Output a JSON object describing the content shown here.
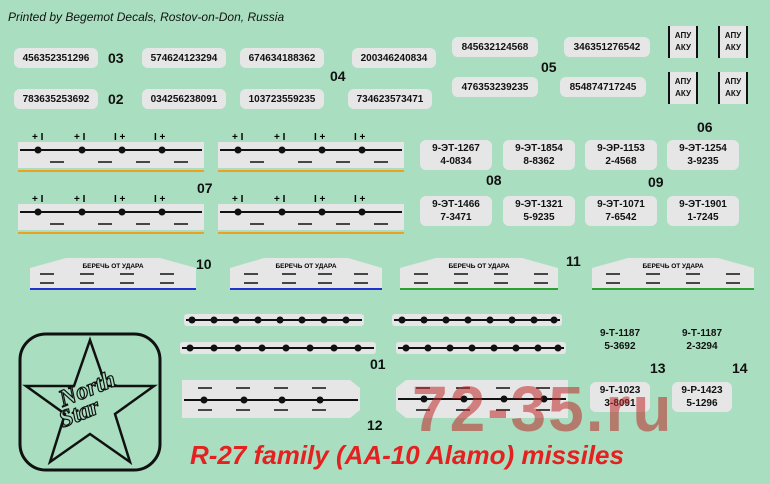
{
  "header": {
    "printed_by": "Printed by Begemot Decals, Rostov-on-Don, Russia"
  },
  "serials_top": [
    "456352351296",
    "574624123294",
    "674634188362",
    "200346240834",
    "783635253692",
    "034256238091",
    "103723559235",
    "734623573471"
  ],
  "serials_05": [
    "845632124568",
    "346351276542",
    "476353239235",
    "854874717245"
  ],
  "group_numbers": {
    "n01": "01",
    "n02": "02",
    "n03": "03",
    "n04": "04",
    "n05": "05",
    "n06": "06",
    "n07": "07",
    "n08": "08",
    "n09": "09",
    "n10": "10",
    "n11": "11",
    "n12": "12",
    "n13": "13",
    "n14": "14"
  },
  "apu": [
    {
      "l1": "АПУ",
      "l2": "АКУ"
    },
    {
      "l1": "АПУ",
      "l2": "АКУ"
    },
    {
      "l1": "АПУ",
      "l2": "АКУ"
    },
    {
      "l1": "АПУ",
      "l2": "АКУ"
    }
  ],
  "codes_0809": [
    {
      "a": "9-ЭТ-1267",
      "b": "4-0834"
    },
    {
      "a": "9-ЭТ-1854",
      "b": "8-8362"
    },
    {
      "a": "9-ЭР-1153",
      "b": "2-4568"
    },
    {
      "a": "9-ЭТ-1254",
      "b": "3-9235"
    },
    {
      "a": "9-ЭТ-1466",
      "b": "7-3471"
    },
    {
      "a": "9-ЭТ-1321",
      "b": "5-9235"
    },
    {
      "a": "9-ЭТ-1071",
      "b": "7-6542"
    },
    {
      "a": "9-ЭТ-1901",
      "b": "1-7245"
    }
  ],
  "codes_1314": [
    {
      "a": "9-Т-1187",
      "b": "5-3692"
    },
    {
      "a": "9-Т-1187",
      "b": "2-3294"
    },
    {
      "a": "9-Т-1023",
      "b": "3-8091"
    },
    {
      "a": "9-Р-1423",
      "b": "5-1296"
    }
  ],
  "stripe_labels": {
    "plus_i": "+ I",
    "i_plus": "I +"
  },
  "bereg": "БЕРЕЧЬ ОТ УДАРА",
  "logo": {
    "line1": "North",
    "line2": "Star"
  },
  "caption": "R-27 family (AA-10 Alamo) missiles",
  "watermark": "72-35.ru",
  "colors": {
    "bg": "#a9dfc0",
    "plate": "#e6e6e6",
    "red": "#e52020",
    "orange": "#f0a020",
    "blue": "#2430d0",
    "green": "#2aa030"
  }
}
